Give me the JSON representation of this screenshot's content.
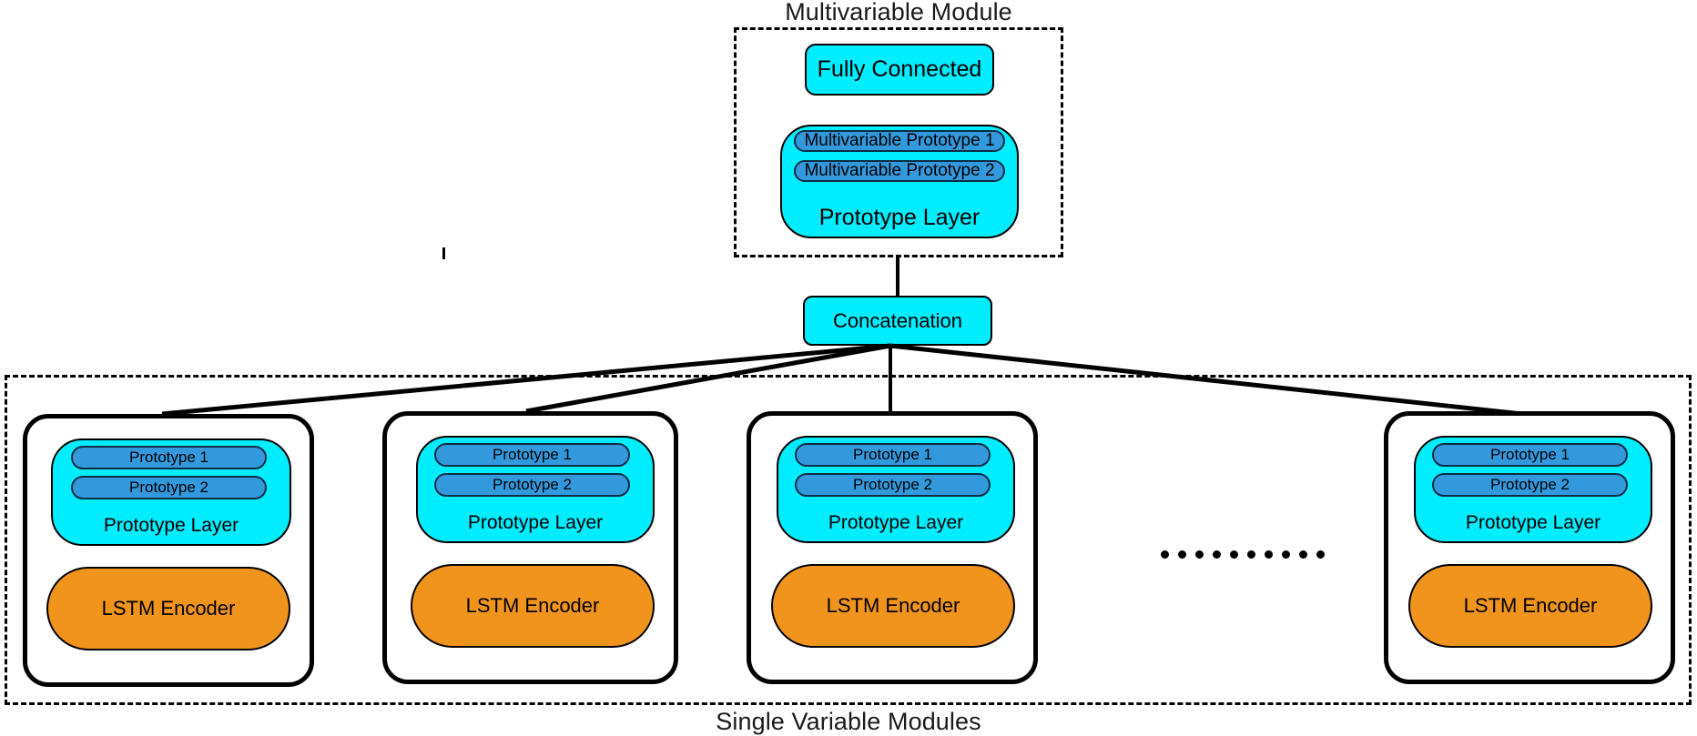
{
  "diagram": {
    "title_top": "Multivariable Module",
    "title_bottom": "Single Variable Modules",
    "colors": {
      "cyan": "#00ecff",
      "orange": "#f1941e",
      "blue": "#3399dd",
      "outline": "#000000",
      "background": "#ffffff"
    }
  },
  "multivariable_module": {
    "label": "Multivariable Module",
    "fully_connected": "Fully Connected",
    "prototype_layer": {
      "label": "Prototype Layer",
      "prototypes": [
        "Multivariable Prototype 1",
        "Multivariable Prototype 2"
      ]
    }
  },
  "concatenation": {
    "label": "Concatenation"
  },
  "single_variable_modules": {
    "label": "Single Variable Modules",
    "ellipsis": "..........",
    "modules": [
      {
        "prototype_layer": {
          "label": "Prototype Layer",
          "prototypes": [
            "Prototype 1",
            "Prototype 2"
          ]
        },
        "encoder": "LSTM Encoder"
      },
      {
        "prototype_layer": {
          "label": "Prototype Layer",
          "prototypes": [
            "Prototype 1",
            "Prototype 2"
          ]
        },
        "encoder": "LSTM Encoder"
      },
      {
        "prototype_layer": {
          "label": "Prototype Layer",
          "prototypes": [
            "Prototype 1",
            "Prototype 2"
          ]
        },
        "encoder": "LSTM Encoder"
      },
      {
        "prototype_layer": {
          "label": "Prototype Layer",
          "prototypes": [
            "Prototype 1",
            "Prototype 2"
          ]
        },
        "encoder": "LSTM Encoder"
      }
    ]
  }
}
